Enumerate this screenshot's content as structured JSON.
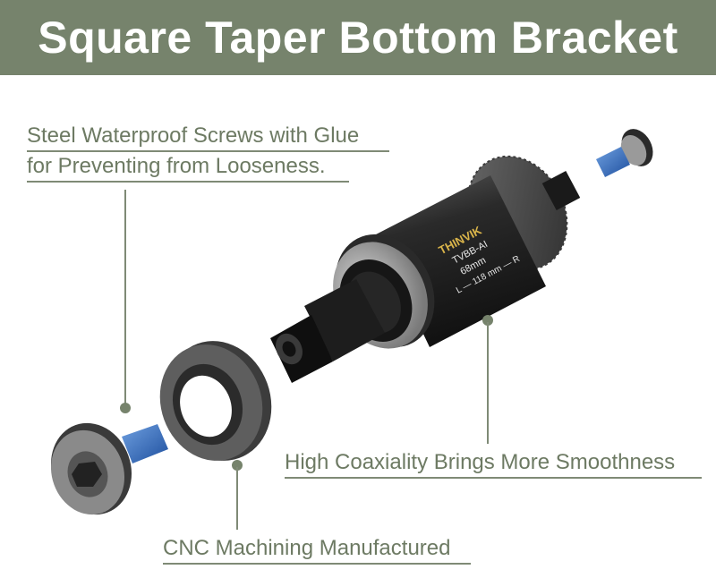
{
  "header": {
    "title": "Square Taper Bottom Bracket"
  },
  "callouts": {
    "screws": {
      "line1": "Steel Waterproof Screws with Glue",
      "line2": "for Preventing from Looseness."
    },
    "coaxiality": {
      "text": "High Coaxiality Brings More Smoothness"
    },
    "cnc": {
      "text": "CNC Machining Manufactured"
    }
  },
  "product_marking": {
    "brand": "THINVIK",
    "model": "TVBB-AI",
    "width": "68mm",
    "spec": "L — 118 mm — R"
  },
  "colors": {
    "header_bg": "#76836c",
    "accent_text": "#6d7a63",
    "leader": "#7f8a76"
  }
}
